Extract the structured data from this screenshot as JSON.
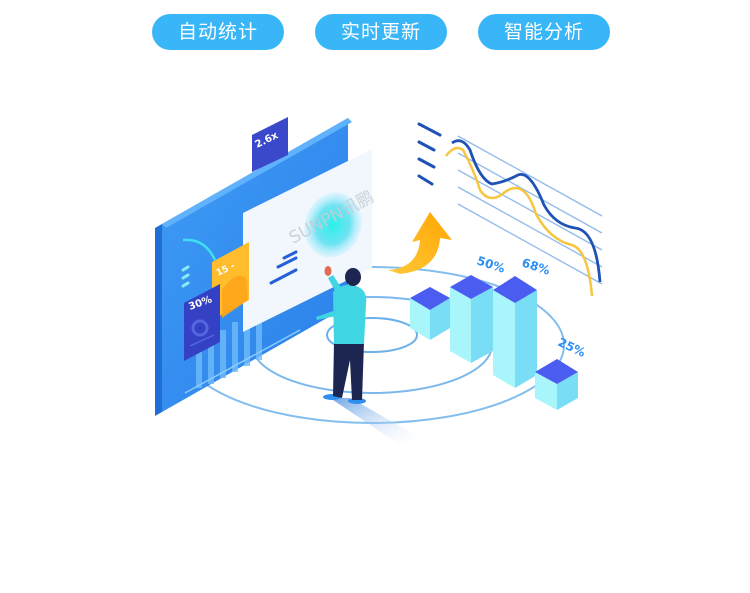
{
  "feature_tags": [
    {
      "label": "自动统计"
    },
    {
      "label": "实时更新"
    },
    {
      "label": "智能分析"
    }
  ],
  "illustration": {
    "watermark": "SUNPN讯鹏",
    "cards": {
      "multiplier": "2.6x",
      "yellow_card": "15 -",
      "percent_card": "30%"
    },
    "bar_labels": [
      "50%",
      "68%",
      "25%"
    ],
    "colors": {
      "accent_blue": "#38b6f7",
      "screen_blue": "#2f8ff0",
      "card_indigo": "#3a4ad8",
      "yellow": "#ffb51c",
      "cyan": "#7be8f5",
      "line_dark": "#1e52b5",
      "line_yellow": "#f7c640"
    }
  }
}
